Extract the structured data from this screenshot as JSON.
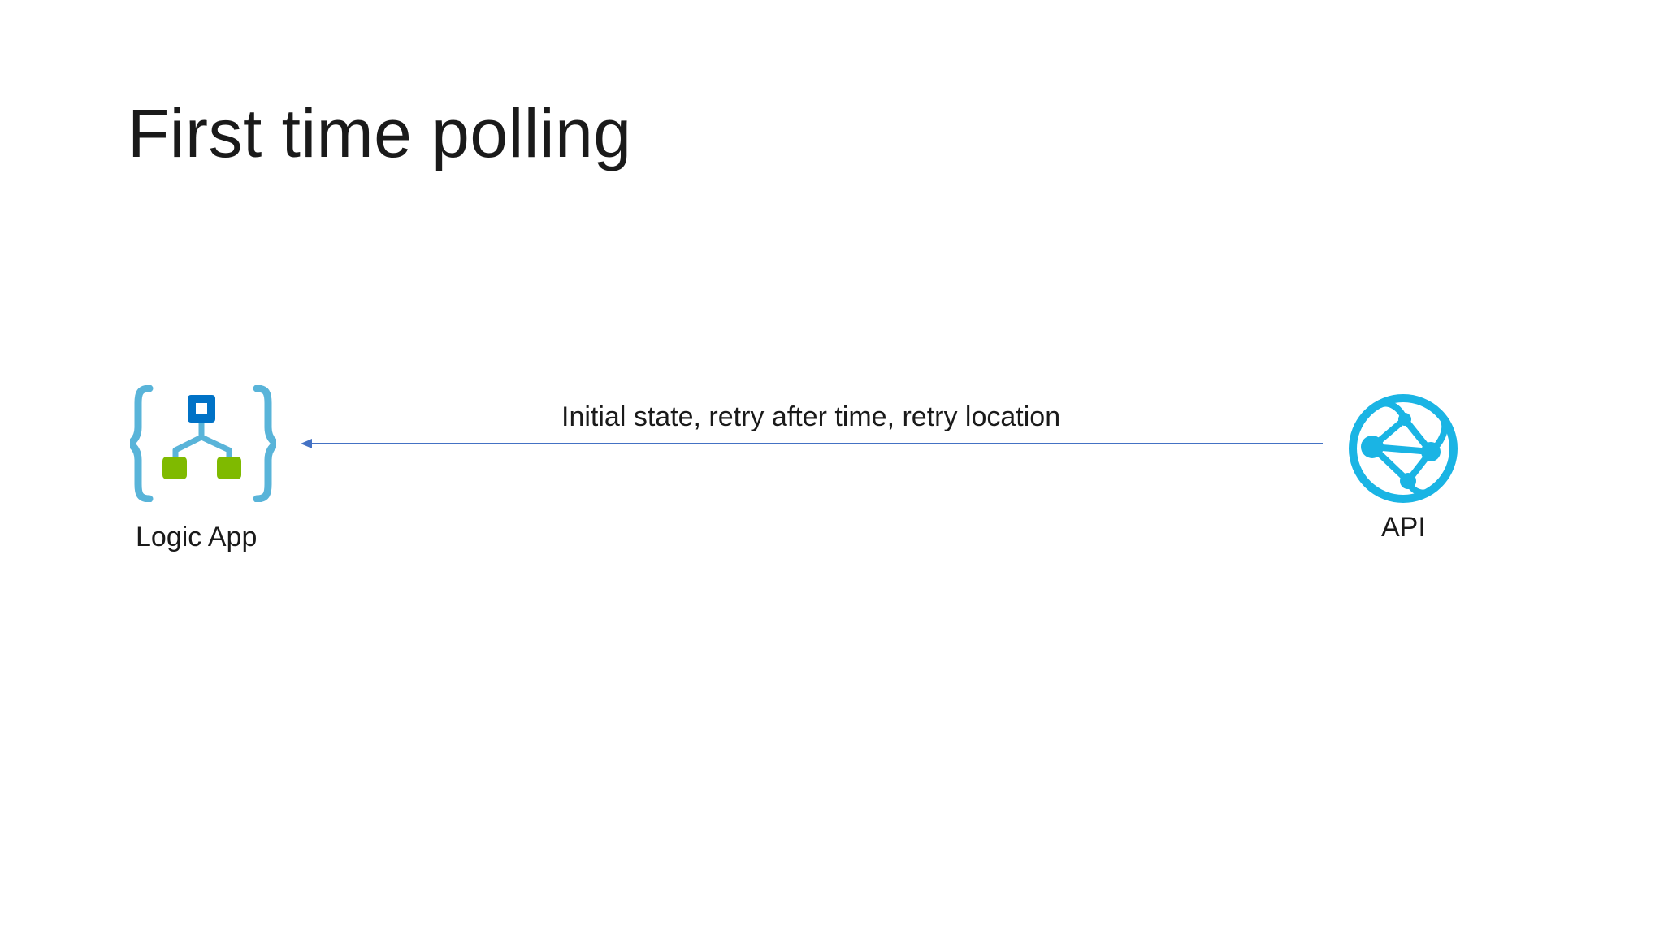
{
  "slide": {
    "title": "First time polling"
  },
  "nodes": {
    "logic_app": {
      "label": "Logic App",
      "icon": "logic-app-icon"
    },
    "api": {
      "label": "API",
      "icon": "globe-network-icon"
    }
  },
  "edges": [
    {
      "from": "API",
      "to": "Logic App",
      "label": "Initial state, retry after time, retry location"
    }
  ],
  "colors": {
    "arrow": "#4472c4",
    "logic_app_brace": "#59b4d9",
    "logic_app_trigger": "#0072c6",
    "logic_app_action": "#7fba00",
    "api_globe": "#1ab4e4"
  }
}
